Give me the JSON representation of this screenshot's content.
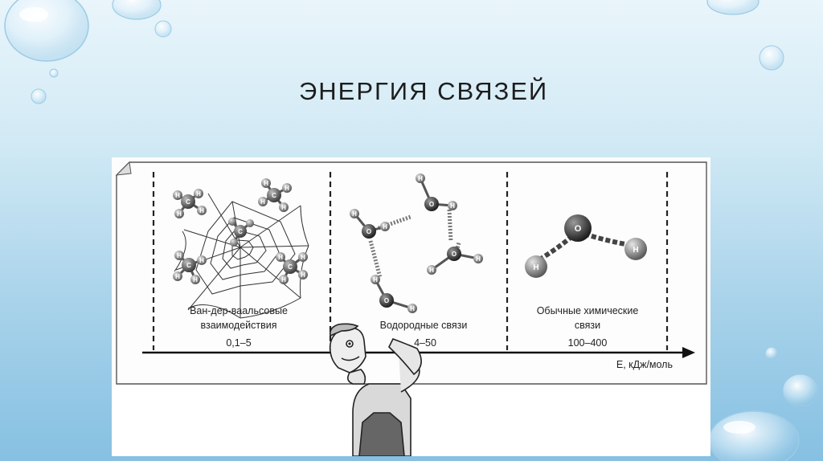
{
  "slide": {
    "title": "ЭНЕРГИЯ СВЯЗЕЙ"
  },
  "diagram": {
    "panels": [
      {
        "label_line1": "Ван-дер-ваальсовые",
        "label_line2": "взаимодействия",
        "energy": "0,1–5"
      },
      {
        "label_line1": "",
        "label_line2": "Водородные связи",
        "energy": "4–50"
      },
      {
        "label_line1": "Обычные химические",
        "label_line2": "связи",
        "energy": "100–400"
      }
    ],
    "axis_label": "E, кДж/моль",
    "atoms": {
      "hydrogen": "H",
      "oxygen": "O",
      "carbon": "C"
    }
  }
}
